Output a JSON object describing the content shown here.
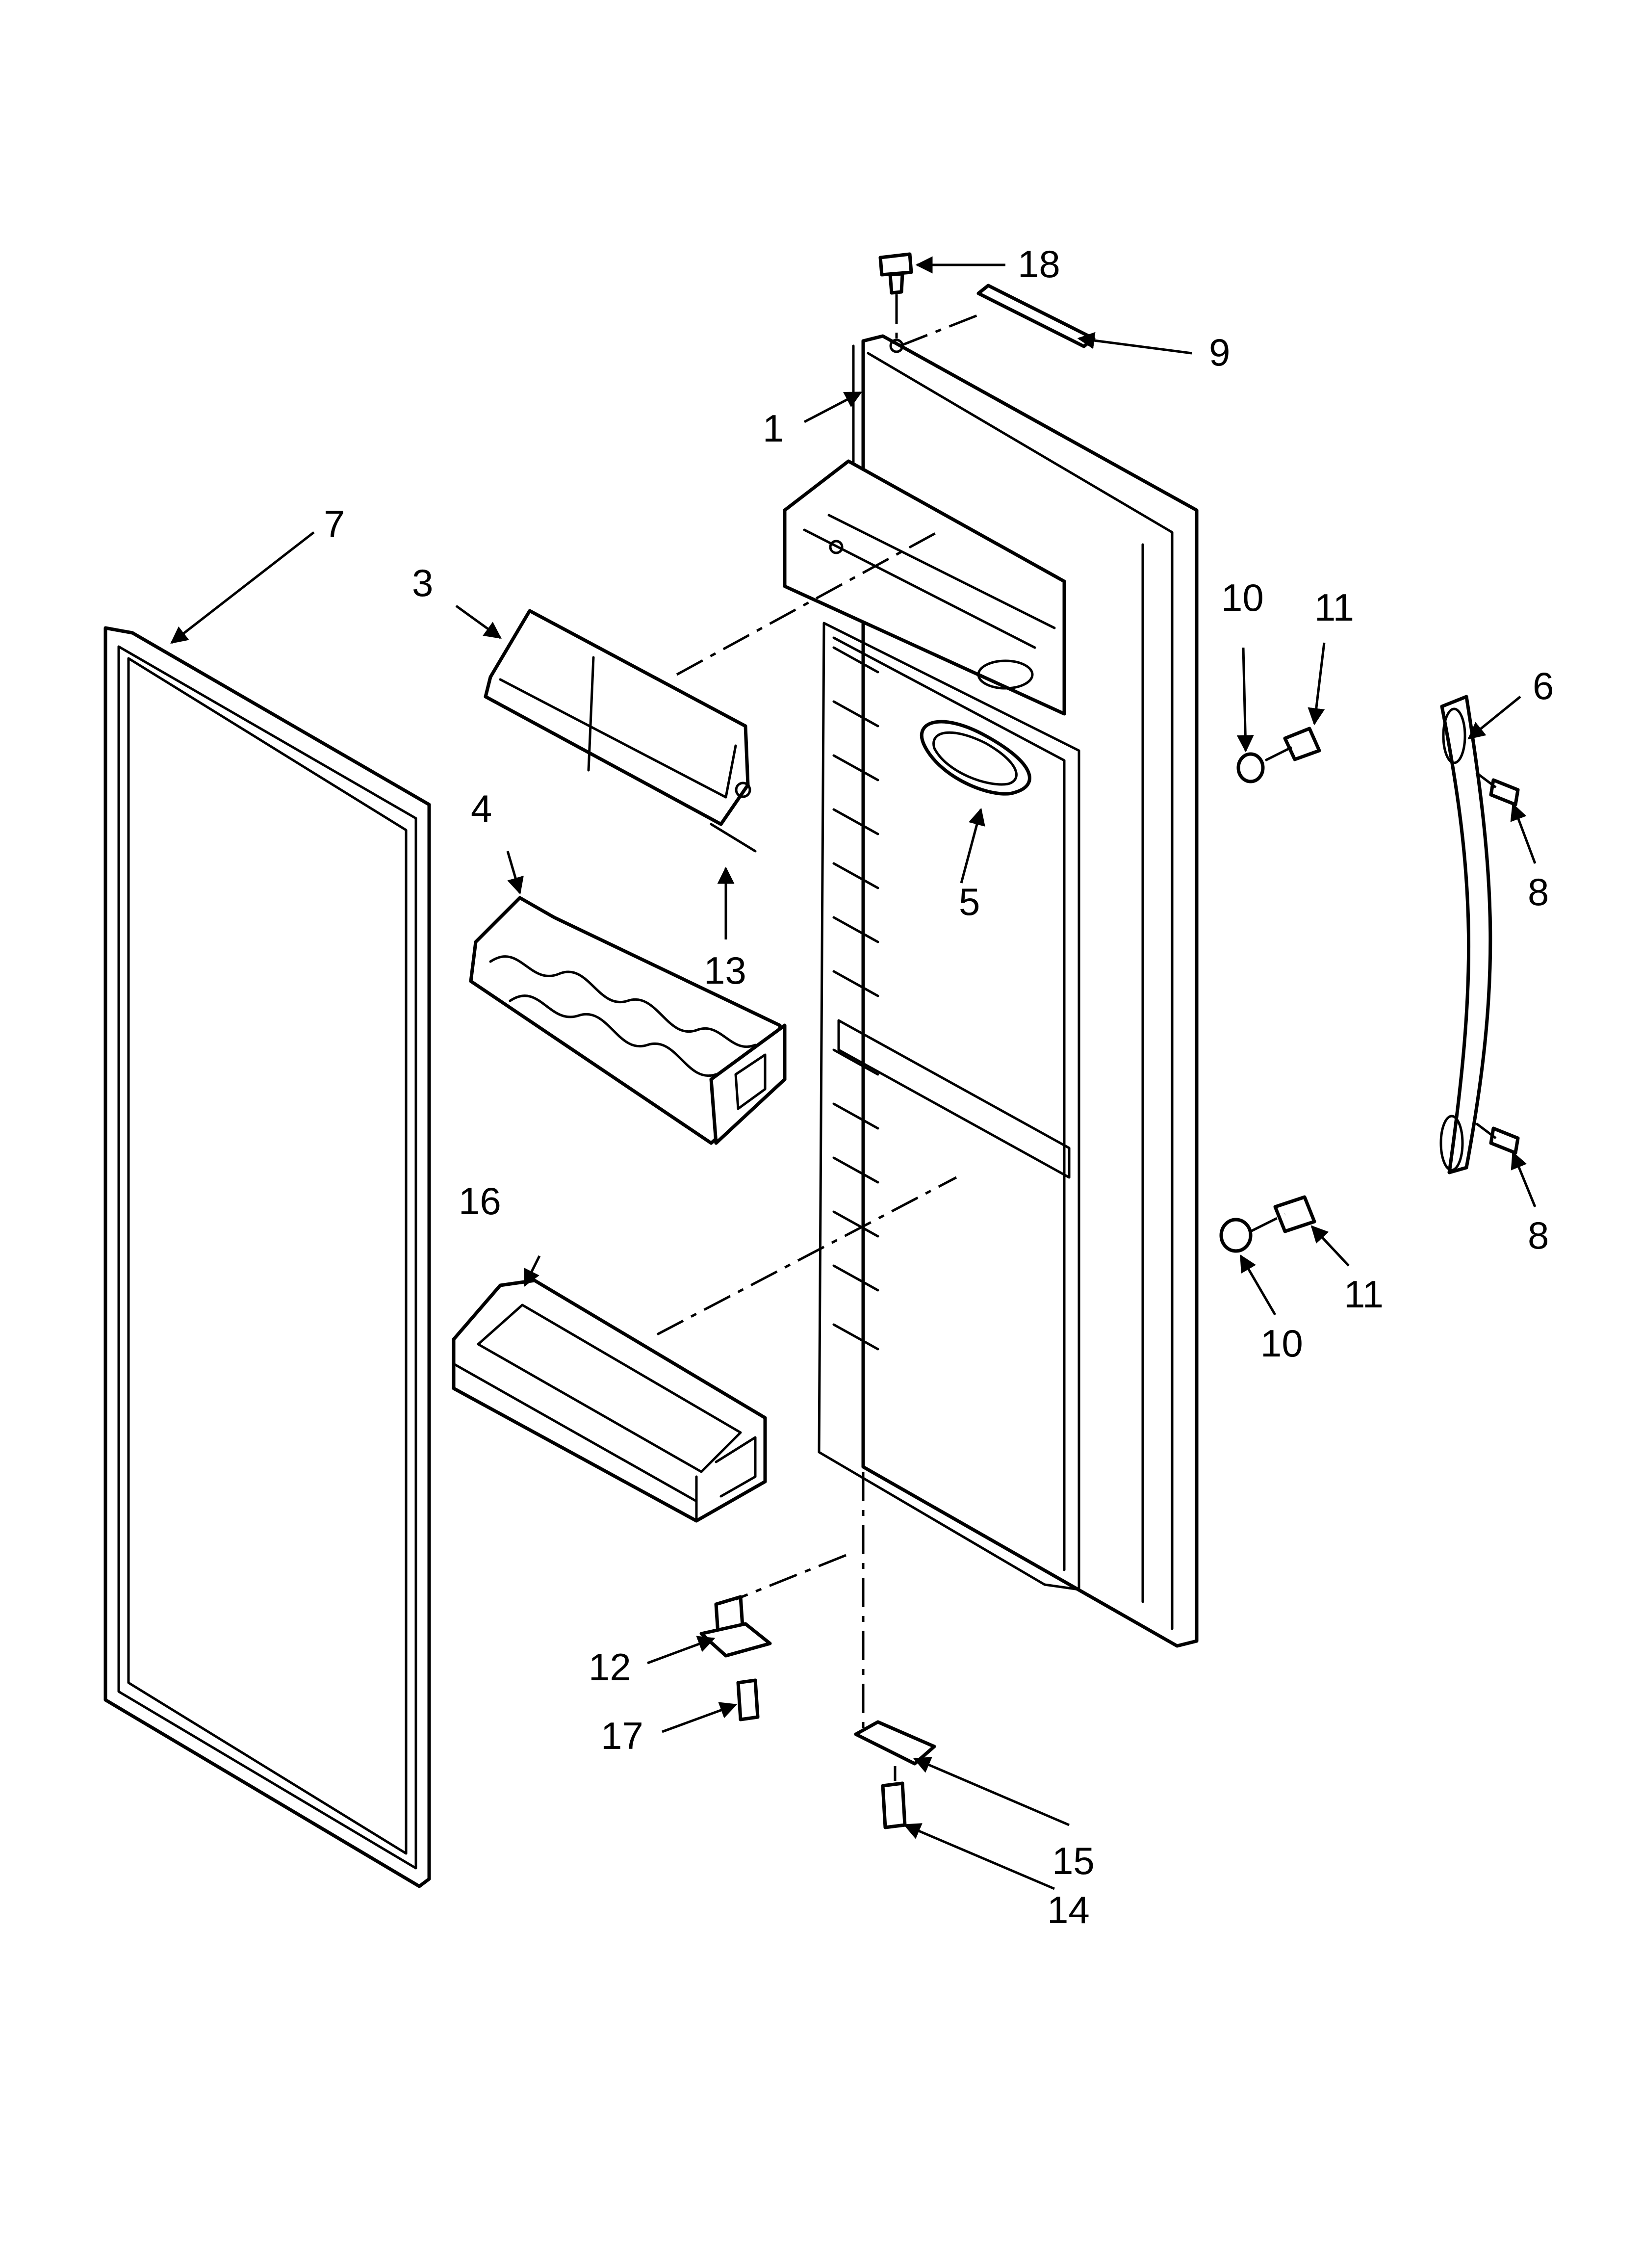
{
  "diagram": {
    "callouts": {
      "c1": "1",
      "c3": "3",
      "c4": "4",
      "c5": "5",
      "c6": "6",
      "c7": "7",
      "c8a": "8",
      "c8b": "8",
      "c9": "9",
      "c10a": "10",
      "c10b": "10",
      "c11a": "11",
      "c11b": "11",
      "c12": "12",
      "c13": "13",
      "c14": "14",
      "c15": "15",
      "c16": "16",
      "c17": "17",
      "c18": "18"
    }
  }
}
